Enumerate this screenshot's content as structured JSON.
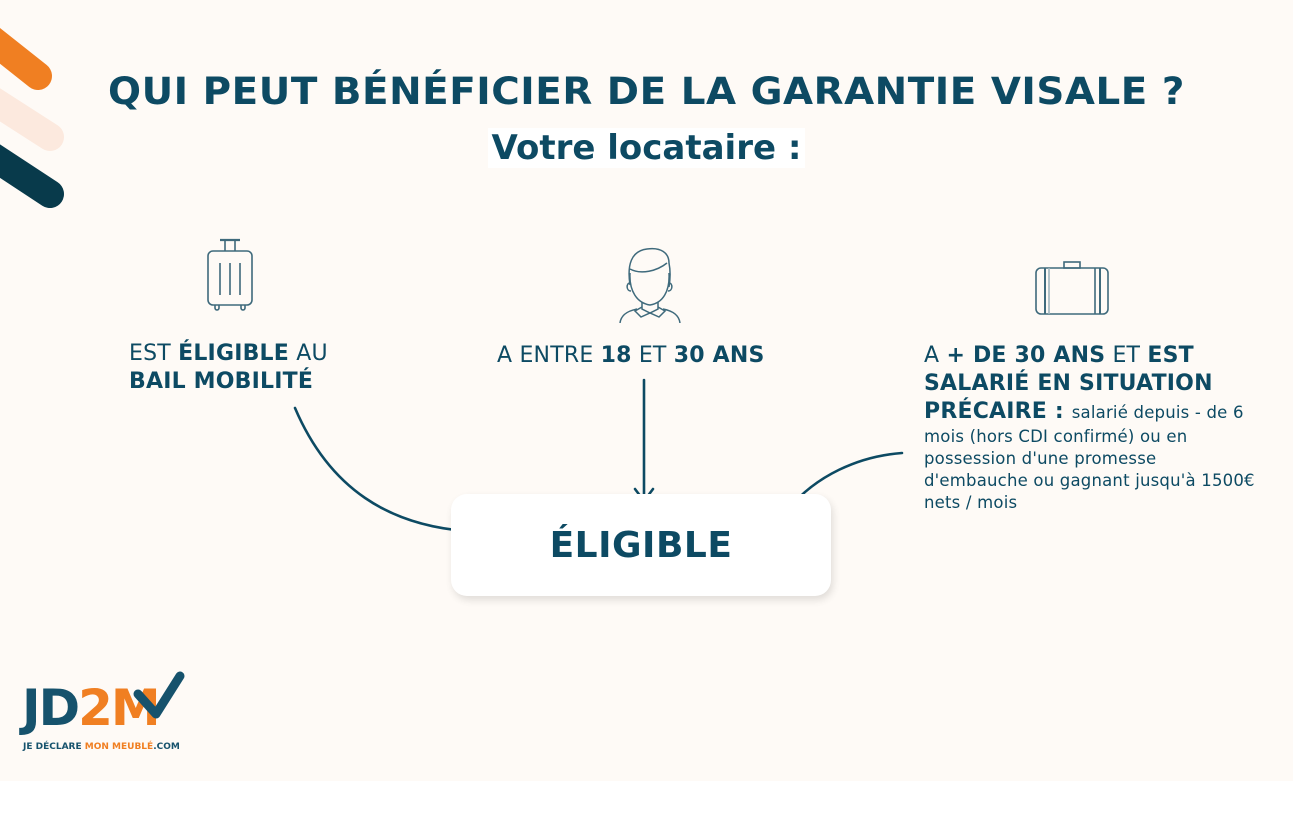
{
  "colors": {
    "primary": "#0d4a63",
    "accent_orange": "#f07f22",
    "stripe_light": "#fce9de",
    "stripe_dark": "#083a4b",
    "background": "#fefaf6",
    "box_background": "#ffffff"
  },
  "header": {
    "title": "QUI PEUT BÉNÉFICIER DE LA GARANTIE VISALE ?",
    "subtitle": "Votre locataire :"
  },
  "criteria": [
    {
      "icon": "suitcase-rolling-icon",
      "parts": [
        {
          "text": "EST ",
          "bold": false
        },
        {
          "text": "ÉLIGIBLE",
          "bold": true
        },
        {
          "text": " AU",
          "bold": false
        },
        {
          "text": "BAIL MOBILITÉ",
          "bold": true
        }
      ]
    },
    {
      "icon": "person-icon",
      "parts": [
        {
          "text": "A ENTRE ",
          "bold": false
        },
        {
          "text": "18",
          "bold": true
        },
        {
          "text": " ET ",
          "bold": false
        },
        {
          "text": "30 ANS",
          "bold": true
        }
      ]
    },
    {
      "icon": "briefcase-icon",
      "parts": [
        {
          "text": "A ",
          "bold": false
        },
        {
          "text": "+ DE 30 ANS",
          "bold": true
        },
        {
          "text": " ET ",
          "bold": false
        },
        {
          "text": "EST SALARIÉ EN SITUATION PRÉCAIRE",
          "bold": true
        },
        {
          "text": " : ",
          "bold": true
        }
      ],
      "detail_inline": "salarié depuis - de 6",
      "detail": "mois (hors CDI confirmé) ou en possession d'une promesse d'embauche ou gagnant jusqu'à 1500€ nets / mois"
    }
  ],
  "result": {
    "label": "ÉLIGIBLE"
  },
  "logo": {
    "letters_main": "JD",
    "letters_accent": "2M",
    "tagline_part1": "JE DÉCLARE ",
    "tagline_part2": "MON MEUBLÉ",
    "tagline_part3": ".COM"
  }
}
